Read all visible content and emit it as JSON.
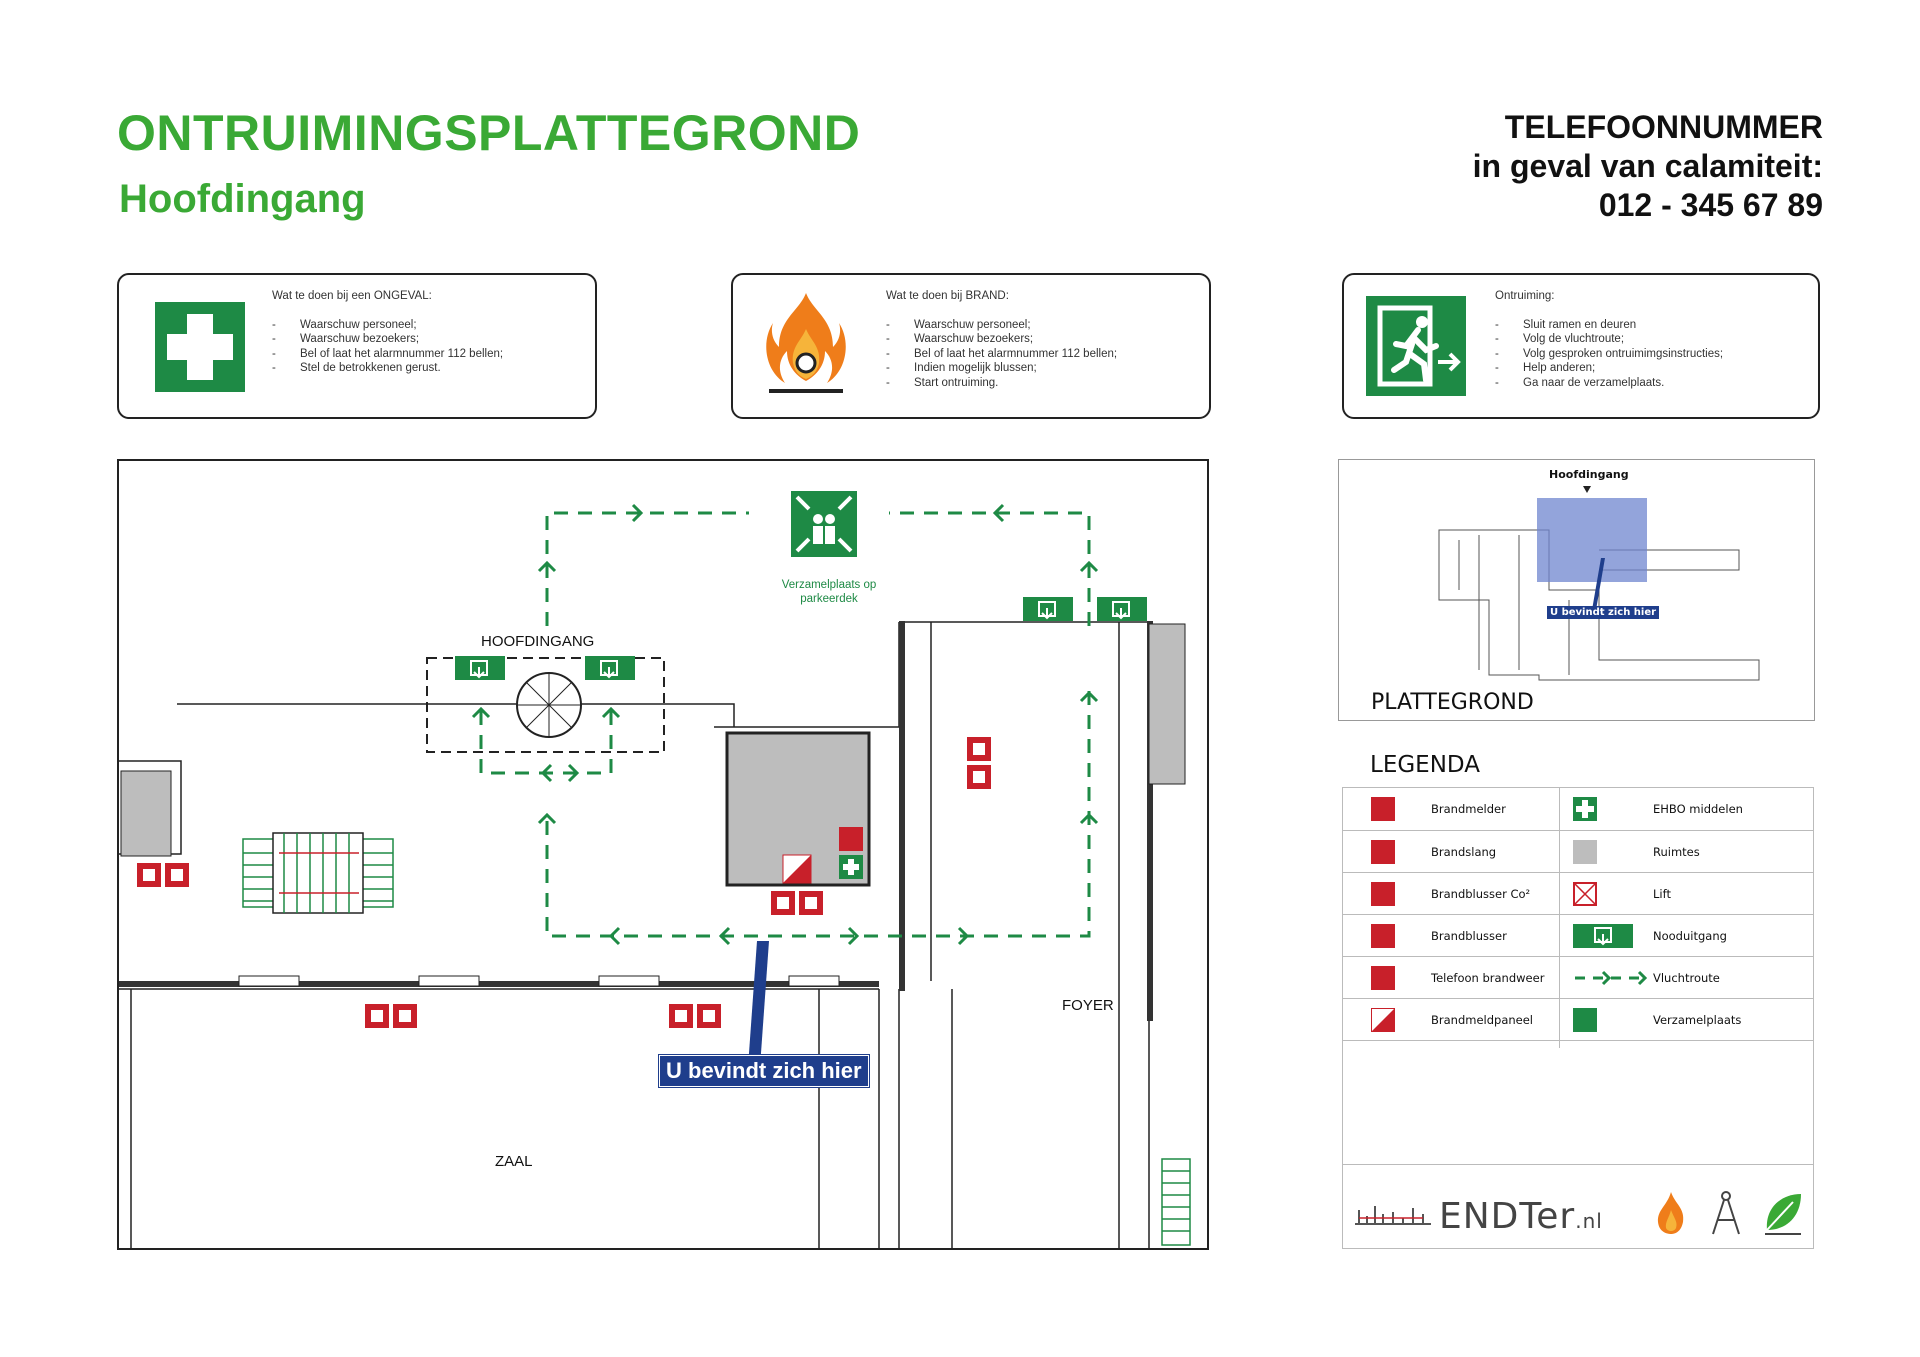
{
  "header": {
    "title": "ONTRUIMINGSPLATTEGROND",
    "subtitle": "Hoofdingang",
    "phone_line1": "TELEFOONNUMMER",
    "phone_line2": "in geval van calamiteit:",
    "phone_number": "012 - 345 67 89"
  },
  "info_boxes": [
    {
      "heading": "Wat te doen bij een ONGEVAL:",
      "items": [
        "Waarschuw personeel;",
        "Waarschuw bezoekers;",
        "Bel of laat het alarmnummer 112 bellen;",
        "Stel de betrokkenen gerust."
      ],
      "icon": "first-aid-icon"
    },
    {
      "heading": "Wat te doen bij BRAND:",
      "items": [
        "Waarschuw personeel;",
        "Waarschuw bezoekers;",
        "Bel of laat het alarmnummer 112 bellen;",
        "Indien mogelijk blussen;",
        "Start ontruiming."
      ],
      "icon": "fire-icon"
    },
    {
      "heading": "Ontruiming:",
      "items": [
        "Sluit ramen en deuren",
        "Volg de vluchtroute;",
        "Volg gesproken ontruimimgsinstructies;",
        "Help anderen;",
        "Ga naar de verzamelplaats."
      ],
      "icon": "emergency-exit-icon"
    }
  ],
  "plan": {
    "assembly_label_1": "Verzamelplaats op",
    "assembly_label_2": "parkeerdek",
    "hoofdingang": "HOOFDINGANG",
    "foyer": "FOYER",
    "zaal": "ZAAL",
    "you_are_here": "U bevindt zich hier"
  },
  "overview": {
    "label_top": "Hoofdingang",
    "marker": "U bevindt zich hier",
    "caption": "PLATTEGROND"
  },
  "legend": {
    "title": "LEGENDA",
    "items": [
      {
        "label": "Brandmelder",
        "icon": "fire-alarm-icon"
      },
      {
        "label": "EHBO middelen",
        "icon": "first-aid-icon"
      },
      {
        "label": "Brandslang",
        "icon": "fire-hose-icon"
      },
      {
        "label": "Ruimtes",
        "icon": "room-swatch-icon"
      },
      {
        "label": "Brandblusser Co²",
        "icon": "co2-extinguisher-icon"
      },
      {
        "label": "Lift",
        "icon": "lift-icon"
      },
      {
        "label": "Brandblusser",
        "icon": "extinguisher-icon"
      },
      {
        "label": "Nooduitgang",
        "icon": "emergency-exit-icon"
      },
      {
        "label": "Telefoon brandweer",
        "icon": "fire-phone-icon"
      },
      {
        "label": "Vluchtroute",
        "icon": "escape-route-icon"
      },
      {
        "label": "Brandmeldpaneel",
        "icon": "fire-alarm-panel-icon"
      },
      {
        "label": "Verzamelplaats",
        "icon": "assembly-point-icon"
      }
    ],
    "brand": "ENDTer",
    "brand_suffix": ".nl"
  },
  "colors": {
    "green": "#3aa935",
    "safety_green": "#1e8a45",
    "red": "#c8202a",
    "room_gray": "#bdbdbd",
    "marker_blue": "#1f3e8c"
  }
}
